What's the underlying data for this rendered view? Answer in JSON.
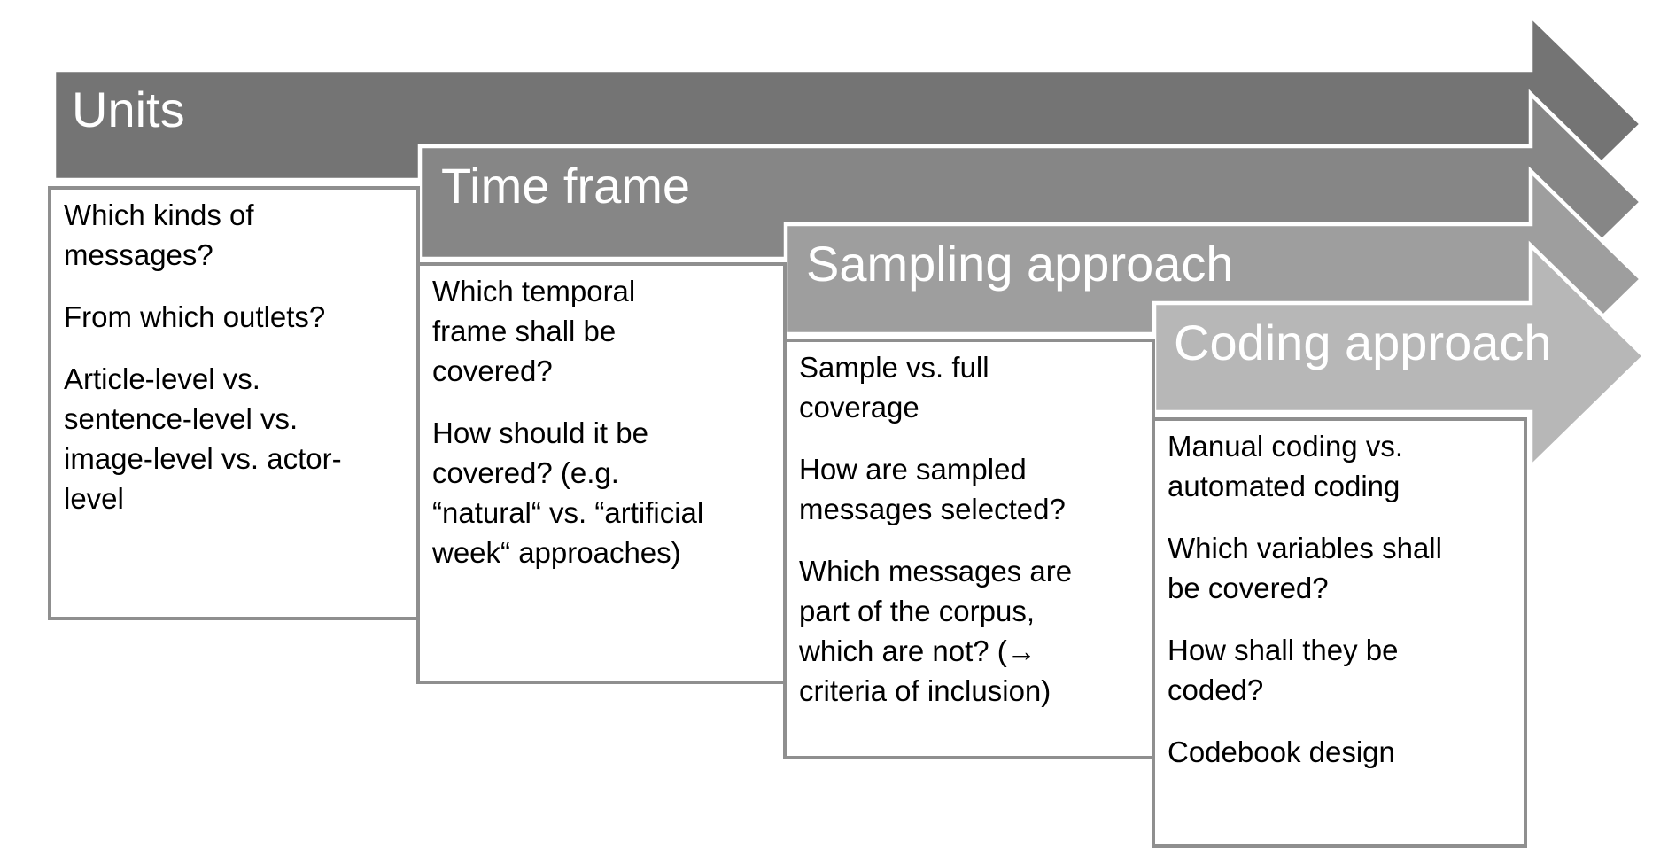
{
  "slide": {
    "background_color": "#ffffff",
    "separator_color": "#ffffff",
    "steps": [
      {
        "title": "Units",
        "arrow_color": "#747474",
        "panel": {
          "border_color": "#8f8f8f",
          "paragraphs": [
            "Which kinds of\nmessages?",
            "From which outlets?",
            "Article-level vs.\nsentence-level vs.\nimage-level vs. actor-\nlevel"
          ]
        }
      },
      {
        "title": "Time frame",
        "arrow_color": "#868686",
        "panel": {
          "border_color": "#8f8f8f",
          "paragraphs": [
            "Which temporal\nframe shall be\ncovered?",
            "How should it be\ncovered? (e.g.\n“natural“ vs. “artificial\nweek“ approaches)"
          ]
        }
      },
      {
        "title": "Sampling approach",
        "arrow_color": "#9e9e9e",
        "panel": {
          "border_color": "#8f8f8f",
          "paragraphs": [
            "Sample vs. full\ncoverage",
            "How are sampled\nmessages selected?",
            "Which messages are\npart of the corpus,\nwhich are not? (→\ncriteria of inclusion)"
          ]
        }
      },
      {
        "title": "Coding approach",
        "arrow_color": "#b7b7b7",
        "panel": {
          "border_color": "#8f8f8f",
          "paragraphs": [
            "Manual coding vs.\nautomated coding",
            "Which variables shall\nbe covered?",
            "How shall they be\ncoded?",
            "Codebook design"
          ]
        }
      }
    ]
  }
}
